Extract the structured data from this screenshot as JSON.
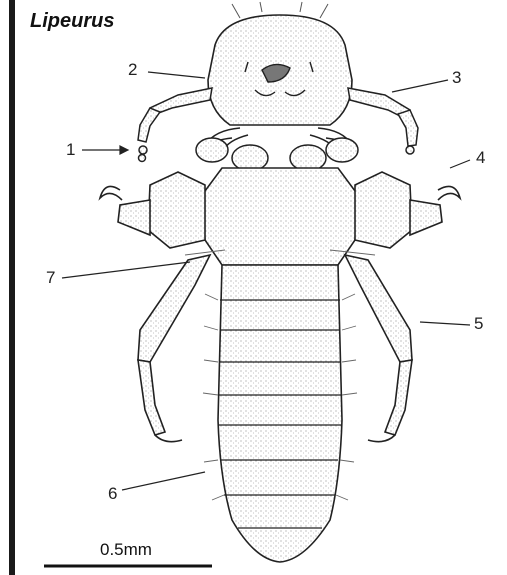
{
  "figure": {
    "title": "Lipeurus",
    "labels": [
      "1",
      "2",
      "3",
      "4",
      "5",
      "6",
      "7"
    ],
    "scale_bar": "0.5mm"
  },
  "colors": {
    "ink": "#222222",
    "stipple": "#bdbdbd",
    "border": "#1a1a1a"
  }
}
